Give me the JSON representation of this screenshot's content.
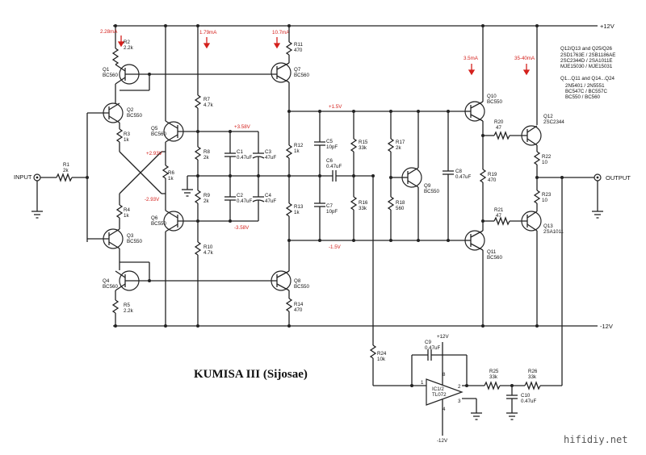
{
  "rails": {
    "positive": "+12V",
    "negative": "-12V"
  },
  "io": {
    "input": "INPUT",
    "output": "OUTPUT"
  },
  "title": "KUMISA III (Sijosae)",
  "watermark": "hifidiy.net",
  "notes": [
    "Q12/Q13 and Q25/Q26",
    "2SD1763E / 2SB1186AE",
    "2SC2344D / 2SA1011E",
    "MJE15030 / MJE15031",
    "Q1...Q11 and Q14...Q24",
    "2N5401 / 2N5551",
    "BC547C / BC557C",
    "BC550 / BC560"
  ],
  "currents": [
    "2.28mA",
    "1.79mA",
    "10.7mA",
    "3.5mA",
    "35-40mA"
  ],
  "voltages": [
    "+3.58V",
    "+2.93V",
    "-2.93V",
    "-3.58V",
    "+1.5V",
    "-1.5V"
  ],
  "transistors": [
    {
      "ref": "Q1",
      "part": "BC560"
    },
    {
      "ref": "Q2",
      "part": "BC550"
    },
    {
      "ref": "Q3",
      "part": "BC550"
    },
    {
      "ref": "Q4",
      "part": "BC560"
    },
    {
      "ref": "Q5",
      "part": "BC560"
    },
    {
      "ref": "Q6",
      "part": "BC550"
    },
    {
      "ref": "Q7",
      "part": "BC560"
    },
    {
      "ref": "Q8",
      "part": "BC550"
    },
    {
      "ref": "Q9",
      "part": "BC550"
    },
    {
      "ref": "Q10",
      "part": "BC550"
    },
    {
      "ref": "Q11",
      "part": "BC560"
    },
    {
      "ref": "Q12",
      "part": "2SC2344"
    },
    {
      "ref": "Q13",
      "part": "2SA1011"
    }
  ],
  "resistors": [
    {
      "ref": "R1",
      "value": "2k"
    },
    {
      "ref": "R2",
      "value": "2.2k"
    },
    {
      "ref": "R3",
      "value": "1k"
    },
    {
      "ref": "R4",
      "value": "1k"
    },
    {
      "ref": "R5",
      "value": "2.2k"
    },
    {
      "ref": "R6",
      "value": "1k"
    },
    {
      "ref": "R7",
      "value": "4.7k"
    },
    {
      "ref": "R8",
      "value": "2k"
    },
    {
      "ref": "R9",
      "value": "2k"
    },
    {
      "ref": "R10",
      "value": "4.7k"
    },
    {
      "ref": "R11",
      "value": "470"
    },
    {
      "ref": "R12",
      "value": "1k"
    },
    {
      "ref": "R13",
      "value": "1k"
    },
    {
      "ref": "R14",
      "value": "470"
    },
    {
      "ref": "R15",
      "value": "33k"
    },
    {
      "ref": "R16",
      "value": "33k"
    },
    {
      "ref": "R17",
      "value": "2k"
    },
    {
      "ref": "R18",
      "value": "560"
    },
    {
      "ref": "R19",
      "value": "470"
    },
    {
      "ref": "R20",
      "value": "47"
    },
    {
      "ref": "R21",
      "value": "47"
    },
    {
      "ref": "R22",
      "value": "10"
    },
    {
      "ref": "R23",
      "value": "10"
    },
    {
      "ref": "R24",
      "value": "10k"
    },
    {
      "ref": "R25",
      "value": "33k"
    },
    {
      "ref": "R26",
      "value": "33k"
    }
  ],
  "capacitors": [
    {
      "ref": "C1",
      "value": "0.47uF"
    },
    {
      "ref": "C2",
      "value": "0.47uF"
    },
    {
      "ref": "C3",
      "value": "47uF"
    },
    {
      "ref": "C4",
      "value": "47uF"
    },
    {
      "ref": "C5",
      "value": "10pF"
    },
    {
      "ref": "C6",
      "value": "0.47uF"
    },
    {
      "ref": "C7",
      "value": "10pF"
    },
    {
      "ref": "C8",
      "value": "0.47uF"
    },
    {
      "ref": "C9",
      "value": "0.47uF"
    },
    {
      "ref": "C10",
      "value": "0.47uF"
    }
  ],
  "opamp": {
    "ref": "IC1/2",
    "part": "TL072",
    "pins": [
      "1",
      "2",
      "3",
      "4",
      "8"
    ],
    "supply_pos": "+12V",
    "supply_neg": "-12V"
  }
}
